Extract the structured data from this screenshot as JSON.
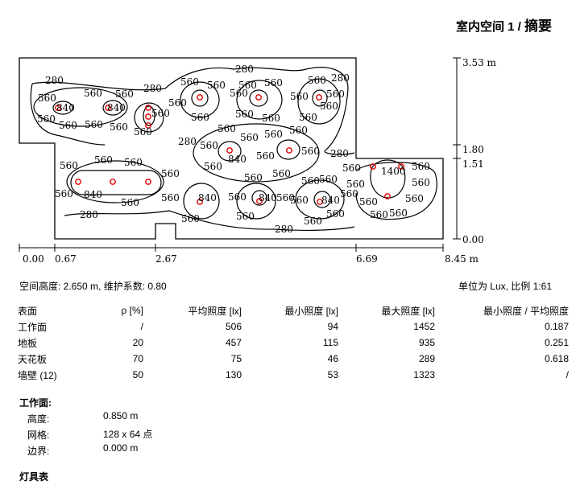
{
  "header": {
    "room": "室内空间 1 /",
    "summary": "摘要"
  },
  "plan": {
    "y_ticks": [
      "3.53 m",
      "1.80",
      "1.51",
      "0.00"
    ],
    "x_ticks": [
      "0.00",
      "0.67",
      "2.67",
      "6.69",
      "8.45 m"
    ],
    "contour_labels": [
      "280",
      "560",
      "840",
      "1400"
    ]
  },
  "meta": {
    "left": "空间高度: 2.650 m, 维护系数: 0.80",
    "right": "单位为 Lux, 比例 1:61"
  },
  "table": {
    "headers": [
      "表面",
      "ρ [%]",
      "平均照度 [lx]",
      "最小照度 [lx]",
      "最大照度 [lx]",
      "最小照度 / 平均照度"
    ],
    "rows": [
      [
        "工作面",
        "/",
        "506",
        "94",
        "1452",
        "0.187"
      ],
      [
        "地板",
        "20",
        "457",
        "115",
        "935",
        "0.251"
      ],
      [
        "天花板",
        "70",
        "75",
        "46",
        "289",
        "0.618"
      ],
      [
        "墙壁 (12)",
        "50",
        "130",
        "53",
        "1323",
        "/"
      ]
    ]
  },
  "workplane": {
    "title": "工作面:",
    "height_label": "高度:",
    "height_value": "0.850 m",
    "grid_label": "网格:",
    "grid_value": "128 x 64 点",
    "border_label": "边界:",
    "border_value": "0.000 m"
  },
  "luminaires": {
    "title": "灯具表"
  }
}
